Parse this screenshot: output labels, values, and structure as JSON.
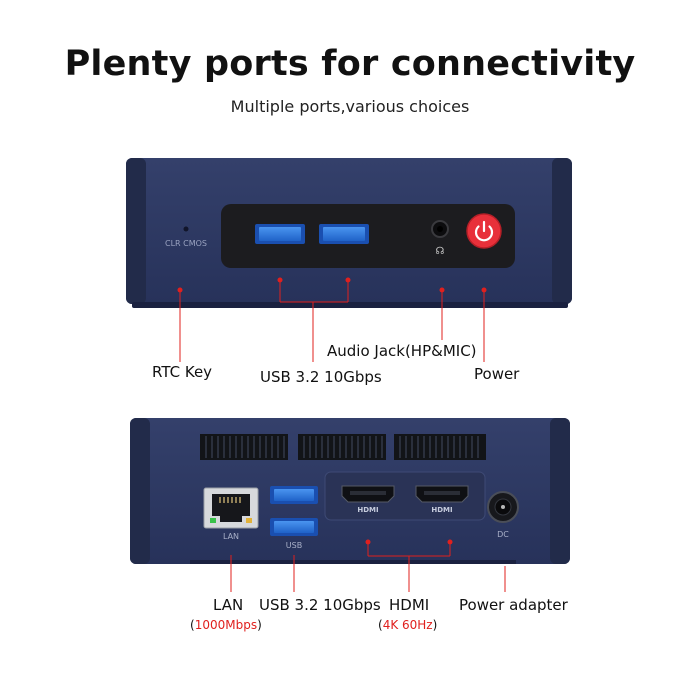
{
  "header": {
    "title": "Plenty ports for connectivity",
    "subtitle": "Multiple ports,various choices"
  },
  "front_panel": {
    "clr_cmos_text": "CLR CMOS",
    "labels": {
      "rtc_key": "RTC Key",
      "usb": "USB 3.2 10Gbps",
      "audio": "Audio Jack(HP&MIC)",
      "power": "Power"
    }
  },
  "back_panel": {
    "port_texts": {
      "lan": "LAN",
      "usb": "USB",
      "hdmi_1": "HDMI",
      "hdmi_2": "HDMI",
      "dc": "DC"
    },
    "labels": {
      "lan": "LAN",
      "lan_speed": "1000Mbps",
      "usb": "USB 3.2 10Gbps",
      "hdmi": "HDMI",
      "hdmi_spec": "4K 60Hz",
      "power_adapter": "Power adapter"
    }
  },
  "colors": {
    "chassis": "#2e3a63",
    "port_panel": "#1c1c1f",
    "usb_blue": "#2f7fe6",
    "power_button": "#e8303a",
    "callout_red": "#e0201e"
  }
}
